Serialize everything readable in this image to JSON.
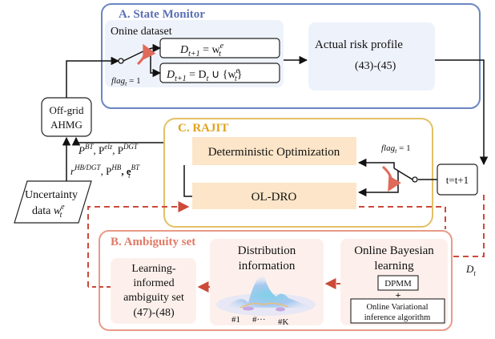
{
  "colors": {
    "state_monitor_border": "#6b86c2",
    "state_monitor_fill": "#eef2fb",
    "rajit_border": "#e3c064",
    "rajit_fill": "#fdf6e6",
    "box_fill_orange": "#fce5c8",
    "ambiguity_border": "#e99a89",
    "ambiguity_fill": "#fdf0ec",
    "dashed_red": "#cc4a3a",
    "switch_arrow": "#e06a5a"
  },
  "state_monitor": {
    "title": "A. State Monitor",
    "dataset_label": "Onine dataset",
    "eq1": "D_{t+1} = w_t^e",
    "eq1_main": "D",
    "eq1_sub": "t+1",
    "eq1_rhs": " = w",
    "eq1_rhs_sub": "t",
    "eq1_rhs_sup": "e",
    "eq2_main": "D",
    "eq2_sub": "t+1",
    "eq2_mid": " = D",
    "eq2_mid_sub": "t",
    "eq2_rhs": " ∪ {w",
    "eq2_rhs_sub": "t",
    "eq2_rhs_sup": "e",
    "eq2_end": "}",
    "flag_label": "flag",
    "flag_sub": "t",
    "flag_val": " = 1",
    "risk_profile_label": "Actual risk profile",
    "risk_profile_eq": "(43)-(45)"
  },
  "offgrid": {
    "line1": "Off-grid",
    "line2": "AHMG"
  },
  "uncertainty": {
    "line1": "Uncertainty",
    "line2_text": "data ",
    "line2_var": "w",
    "line2_sub": "t",
    "line2_sup": "e"
  },
  "params": {
    "row1": "P",
    "row1_sup1": "BT",
    "row1_sep1": ", P",
    "row1_sup2": "elz",
    "row1_sep2": ", P",
    "row1_sup3": "DGT",
    "row2_r": "r",
    "row2_sup1": "HB/DGT",
    "row2_sep1": ", P",
    "row2_sup2": "HB",
    "row2_sep2": ", e",
    "row2_sub3": "t",
    "row2_sup3": "BT"
  },
  "rajit": {
    "title": "C. RAJIT",
    "det_opt": "Deterministic Optimization",
    "oldro": "OL-DRO",
    "flag_label": "flag",
    "flag_sub": "t",
    "flag_val": " = 1",
    "update": "t=t+1"
  },
  "ambiguity": {
    "title": "B. Ambiguity set",
    "set_line1": "Learning-",
    "set_line2": "informed",
    "set_line3": "ambiguity set",
    "set_line4": "(47)-(48)",
    "dist_line1": "Distribution",
    "dist_line2": "information",
    "cluster1": "#1",
    "cluster2": "#···",
    "clusterK": "#K",
    "bayes_line1": "Online Bayesian",
    "bayes_line2": "learning",
    "dpmm": "DPMM",
    "plus": "+",
    "ovi_line1": "Online Variational",
    "ovi_line2": "inference algorithm",
    "dt_label": "D",
    "dt_sub": "t"
  }
}
